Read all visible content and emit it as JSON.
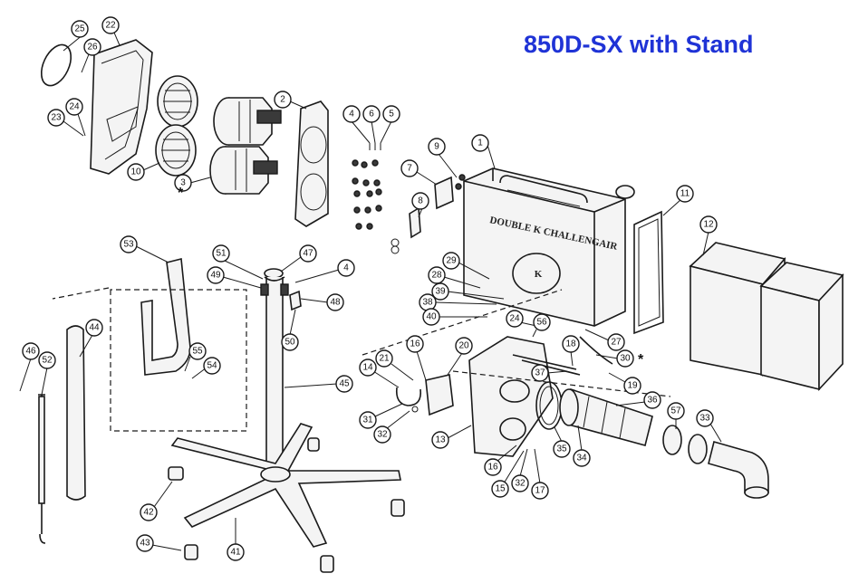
{
  "title": "850D-SX with Stand",
  "colors": {
    "title": "#1f33d6",
    "ink": "#1a1a1a"
  },
  "housing_label": "DOUBLE K CHALLENGAIR",
  "logo_letter": "K",
  "asterisk": "*",
  "callouts": [
    "1",
    "2",
    "3",
    "4",
    "4",
    "5",
    "6",
    "7",
    "8",
    "9",
    "10",
    "11",
    "12",
    "13",
    "14",
    "15",
    "16",
    "16",
    "17",
    "18",
    "19",
    "20",
    "21",
    "22",
    "23",
    "24",
    "24",
    "25",
    "26",
    "27",
    "28",
    "29",
    "30",
    "31",
    "32",
    "32",
    "33",
    "34",
    "35",
    "36",
    "37",
    "38",
    "39",
    "40",
    "41",
    "42",
    "43",
    "44",
    "45",
    "46",
    "47",
    "48",
    "49",
    "50",
    "51",
    "52",
    "53",
    "54",
    "55",
    "56",
    "57"
  ]
}
